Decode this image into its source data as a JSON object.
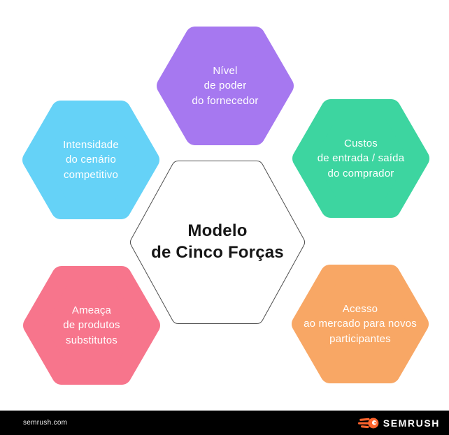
{
  "canvas": {
    "background": "#ffffff"
  },
  "center_hexagon": {
    "title": "Modelo\nde Cinco Forças",
    "fill": "#ffffff",
    "outline_color": "#4f4f4f",
    "title_color": "#161616"
  },
  "hexagons": [
    {
      "id": "supplier-power",
      "label": "Nível\nde poder\ndo fornecedor",
      "color": "#A678F0",
      "text_color": "#ffffff"
    },
    {
      "id": "competitive-intensity",
      "label": "Intensidade\ndo cenário\ncompetitivo",
      "color": "#65D2F7",
      "text_color": "#ffffff"
    },
    {
      "id": "entry-exit-costs",
      "label": "Custos\nde entrada / saída\ndo comprador",
      "color": "#3DD5A0",
      "text_color": "#ffffff"
    },
    {
      "id": "substitute-products",
      "label": "Ameaça\nde produtos\nsubstitutos",
      "color": "#F7758C",
      "text_color": "#ffffff"
    },
    {
      "id": "new-entrants-access",
      "label": "Acesso\nao mercado para novos\nparticipantes",
      "color": "#F8A765",
      "text_color": "#ffffff"
    }
  ],
  "footer": {
    "site": "semrush.com",
    "brand": "SEMRUSH",
    "background": "#000000",
    "text_color": "#ffffff",
    "logo_color": "#FF642D"
  }
}
